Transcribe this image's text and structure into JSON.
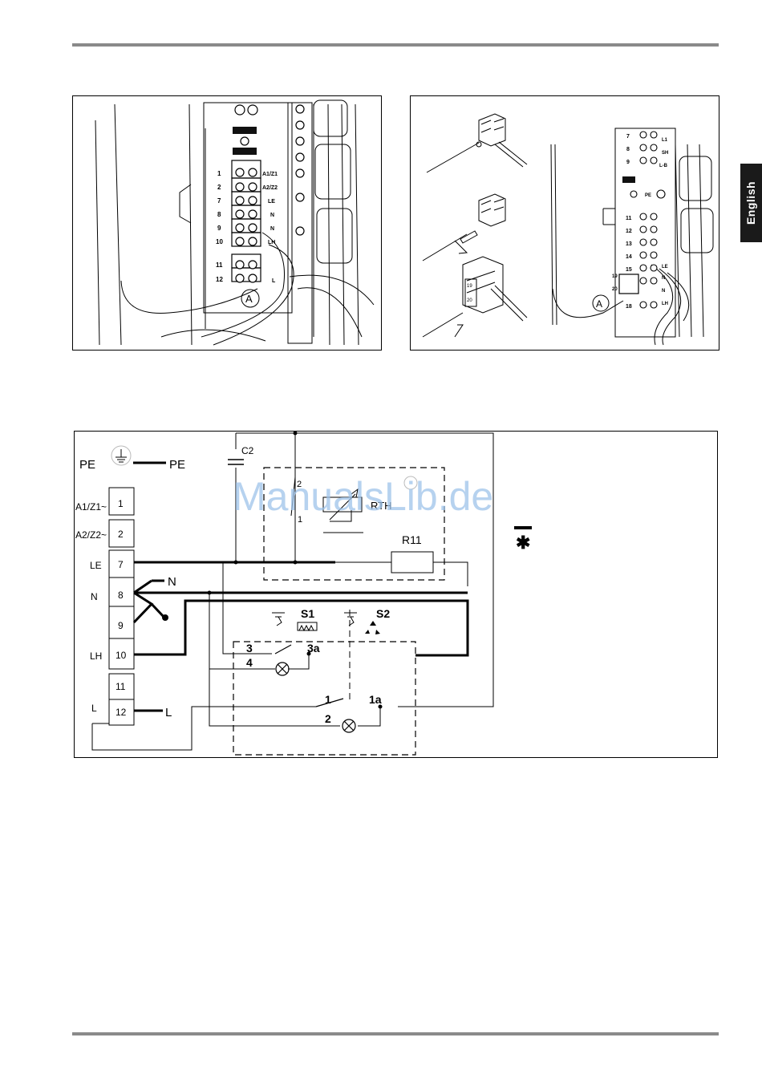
{
  "language_tab": "English",
  "watermark": "ManualsLib.de",
  "figure1": {
    "callout": "A",
    "numbers": [
      "1",
      "2",
      "7",
      "8",
      "9",
      "10",
      "11",
      "12"
    ],
    "labels": [
      "A1/Z1",
      "A2/Z2",
      "LE",
      "N",
      "N",
      "LH",
      "L"
    ]
  },
  "figure2": {
    "callout": "A",
    "numbers": [
      "7",
      "8",
      "9",
      "11",
      "12",
      "13",
      "14",
      "15",
      "18",
      "19",
      "20"
    ],
    "labels": [
      "L1",
      "SH",
      "L-B",
      "PE",
      "LE",
      "N",
      "N",
      "LH"
    ]
  },
  "schematic": {
    "terminal_numbers": [
      "1",
      "2",
      "7",
      "8",
      "9",
      "10",
      "11",
      "12"
    ],
    "terminal_labels": [
      "A1/Z1~",
      "A2/Z2~",
      "LE",
      "N",
      "LH",
      "L"
    ],
    "pe_left": "PE",
    "pe_right": "PE",
    "n_label": "N",
    "l_label": "L",
    "c2": "C2",
    "contact_2": "2",
    "contact_1": "1",
    "rth": "RTH",
    "r11": "R11",
    "s1": "S1",
    "s2": "S2",
    "s_3": "3",
    "s_4": "4",
    "s_3a": "3a",
    "s_1": "1",
    "s_2": "2",
    "s_1a": "1a"
  }
}
